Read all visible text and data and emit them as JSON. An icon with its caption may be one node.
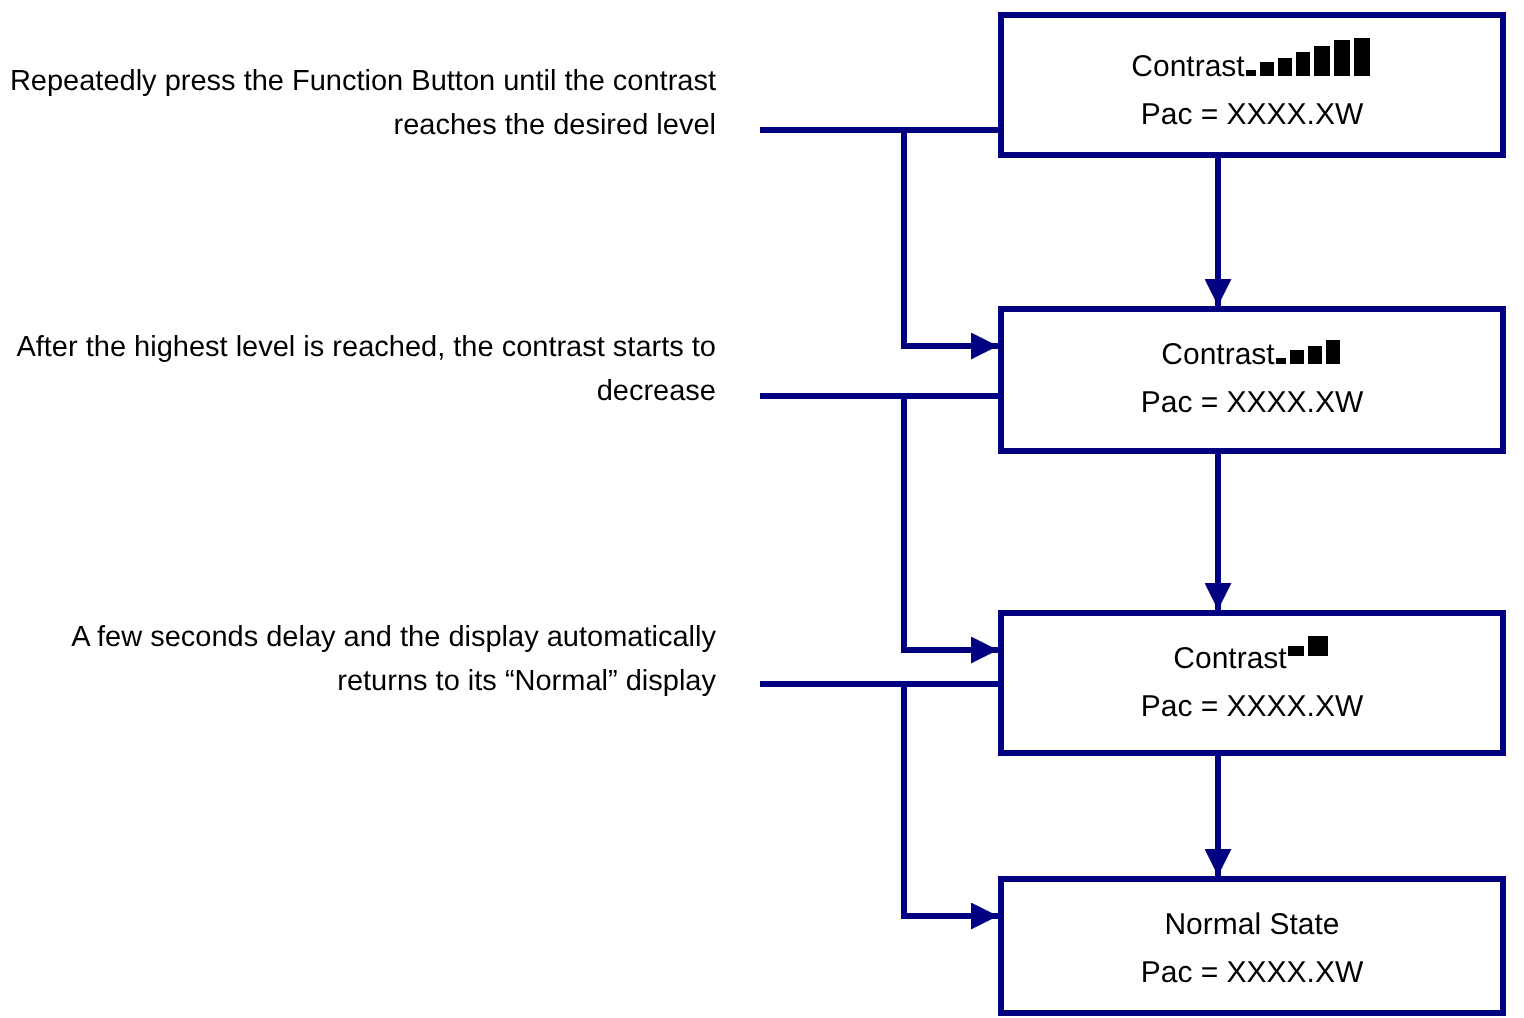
{
  "diagram": {
    "nodes": [
      {
        "text": [
          "Repeatedly press the Function Button until the contrast reaches the desired level"
        ]
      },
      {
        "text": [
          "After the highest level is reached, the contrast starts to decrease"
        ]
      },
      {
        "text": [
          "A few seconds delay and the display automatically returns to its “Normal” display"
        ]
      },
      {
        "text": [
          "Contrast",
          "Pac = XXXX.XW"
        ]
      },
      {
        "text": [
          "Contrast",
          "Pac = XXXX.XW"
        ]
      },
      {
        "text": [
          "Contrast",
          "Pac = XXXX.XW"
        ]
      },
      {
        "text": [
          "Normal State",
          "Pac = XXXX.XW"
        ]
      }
    ],
    "edges": [
      {
        "from": 0,
        "to": 3,
        "arrow": "none"
      },
      {
        "from": 0,
        "to": 4,
        "arrow": "to"
      },
      {
        "from": 3,
        "to": 4,
        "arrow": "to"
      },
      {
        "from": 1,
        "to": 4,
        "arrow": "none"
      },
      {
        "from": 1,
        "to": 5,
        "arrow": "to"
      },
      {
        "from": 4,
        "to": 5,
        "arrow": "to"
      },
      {
        "from": 2,
        "to": 5,
        "arrow": "none"
      },
      {
        "from": 2,
        "to": 6,
        "arrow": "to"
      },
      {
        "from": 5,
        "to": 6,
        "arrow": "to"
      }
    ]
  }
}
